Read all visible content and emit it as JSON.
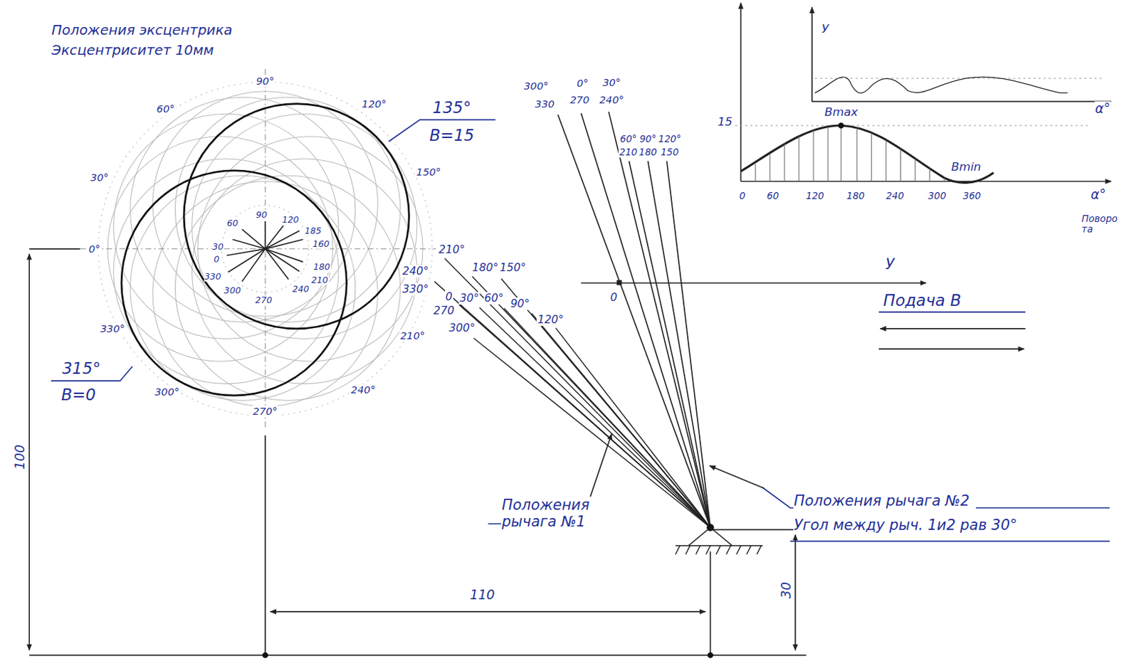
{
  "diagram": {
    "labels": [
      "Положения эксцентрика",
      "Эксцентриситет 10мм",
      "90°",
      "120°",
      "60°",
      "30°",
      "150°",
      "0°",
      "330°",
      "300°",
      "270°",
      "240°",
      "210°",
      "90",
      "120",
      "60",
      "185",
      "160",
      "30",
      "0",
      "180",
      "330",
      "210",
      "300",
      "240",
      "270",
      "135°",
      "B=15",
      "315°",
      "B=0",
      "300°",
      "0°",
      "30°",
      "330",
      "270",
      "240°",
      "60°",
      "90°",
      "120°",
      "210",
      "180",
      "150",
      "210°",
      "180°",
      "150°",
      "240°",
      "330°",
      "0",
      "30°",
      "60°",
      "90°",
      "120°",
      "270",
      "300°",
      "0",
      "У",
      "Подача В",
      "Положения рычага №2",
      "Угол между рыч. 1и2 рав 30°",
      "Положения рычага №1",
      "100",
      "110",
      "30",
      "15",
      "Bmax",
      "Bmin",
      "0",
      "60",
      "120",
      "180",
      "240",
      "300",
      "360",
      "α°",
      "Поворо та",
      "У",
      "α°"
    ]
  }
}
